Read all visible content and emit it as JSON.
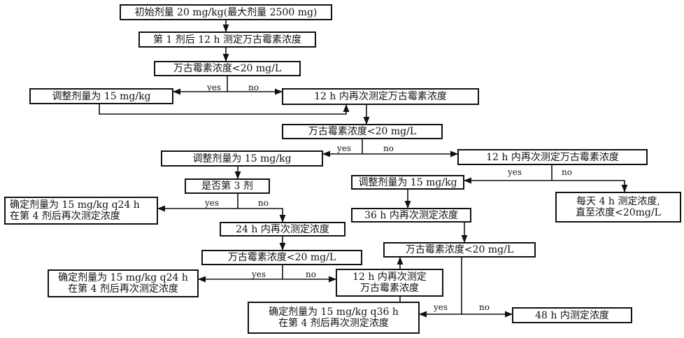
{
  "nodes": {
    "n1": {
      "lines": [
        "初始剂量 20 mg/kg(最大剂量 2500 mg)"
      ]
    },
    "n2": {
      "lines": [
        "第 1 剂后 12 h 测定万古霉素浓度"
      ]
    },
    "n3": {
      "lines": [
        "万古霉素浓度<20 mg/L"
      ]
    },
    "n4": {
      "lines": [
        "调整剂量为 15 mg/kg"
      ]
    },
    "n5": {
      "lines": [
        "12 h 内再次测定万古霉素浓度"
      ]
    },
    "n6": {
      "lines": [
        "万古霉素浓度<20 mg/L"
      ]
    },
    "n7": {
      "lines": [
        "调整剂量为 15 mg/kg"
      ]
    },
    "n8": {
      "lines": [
        "12 h 内再次测定万古霉素浓度"
      ]
    },
    "n9": {
      "lines": [
        "是否第 3 剂"
      ]
    },
    "n10": {
      "lines": [
        "调整剂量为 15 mg/kg"
      ]
    },
    "n11": {
      "lines": [
        "每天 4 h 测定浓度,",
        "直至浓度<20mg/L"
      ]
    },
    "n12": {
      "lines": [
        "确定剂量为 15 mg/kg q24 h",
        "在第 4 剂后再次测定浓度"
      ]
    },
    "n13": {
      "lines": [
        "24 h 内再次测定浓度"
      ]
    },
    "n14": {
      "lines": [
        "36 h 内再次测定浓度"
      ]
    },
    "n15": {
      "lines": [
        "万古霉素浓度<20 mg/L"
      ]
    },
    "n16": {
      "lines": [
        "万古霉素浓度<20 mg/L"
      ]
    },
    "n17": {
      "lines": [
        "确定剂量为 15 mg/kg q24 h",
        "在第 4 剂后再次测定浓度"
      ]
    },
    "n18": {
      "lines": [
        "12 h 内再次测定",
        "万古霉素浓度"
      ]
    },
    "n19": {
      "lines": [
        "确定剂量为 15 mg/kg q36 h",
        "在第 4 剂后再次测定浓度"
      ]
    },
    "n20": {
      "lines": [
        "48 h 内测定浓度"
      ]
    }
  },
  "branch_labels": {
    "yes": "yes",
    "no": "no"
  },
  "colors": {
    "line": "#111111",
    "background": "#ffffff"
  }
}
